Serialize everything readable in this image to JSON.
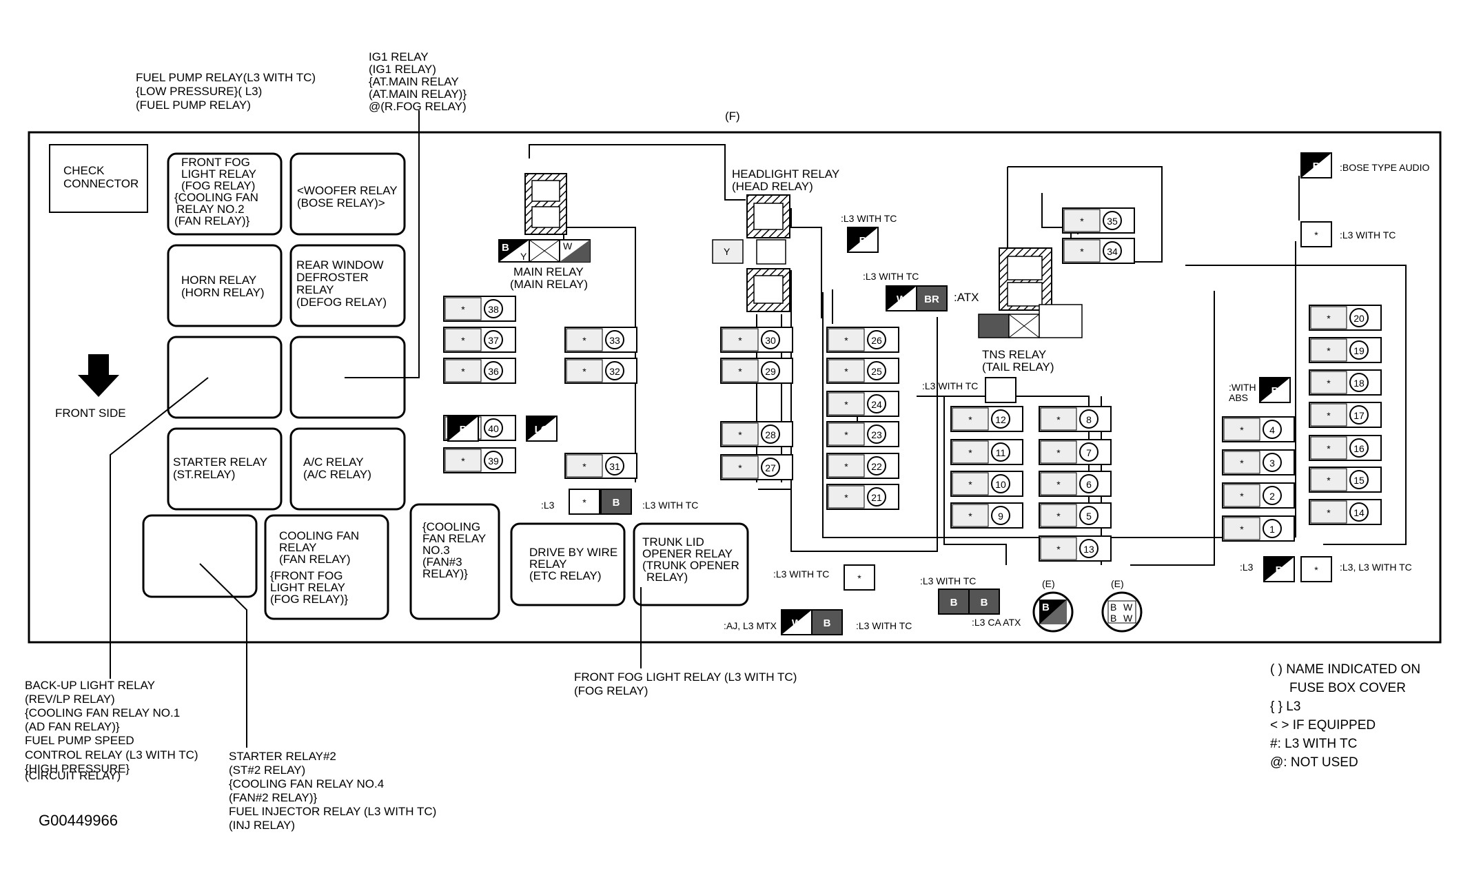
{
  "diagram": {
    "top_center_label": "(F)",
    "front_side_label": "FRONT SIDE",
    "image_id": "G00449966",
    "callouts": {
      "fuel_pump_relay": [
        "FUEL PUMP RELAY(L3 WITH TC)",
        "{LOW PRESSURE}( L3)",
        "(FUEL PUMP RELAY)"
      ],
      "ig1_relay": [
        "IG1 RELAY",
        "(IG1 RELAY)",
        "{AT.MAIN RELAY",
        "(AT.MAIN RELAY)}",
        "@(R.FOG RELAY)"
      ],
      "backup_light_relay": [
        "BACK-UP LIGHT RELAY",
        "(REV/LP RELAY)",
        "{COOLING FAN RELAY NO.1",
        "(AD FAN RELAY)}",
        "FUEL PUMP SPEED",
        "CONTROL RELAY (L3 WITH TC)",
        "{HIGH PRESSURE}",
        "(CIRCUIT RELAY)"
      ],
      "starter_relay_2": [
        "STARTER RELAY#2",
        "(ST#2 RELAY)",
        "{COOLING FAN RELAY NO.4",
        "(FAN#2 RELAY)}",
        "FUEL INJECTOR RELAY (L3 WITH TC)",
        "(INJ RELAY)"
      ],
      "front_fog_light_relay_l3tc": [
        "FRONT FOG LIGHT RELAY (L3 WITH TC)",
        "(FOG RELAY)"
      ]
    },
    "relays": {
      "check_connector": [
        "CHECK",
        "CONNECTOR"
      ],
      "front_fog": [
        "FRONT FOG",
        "LIGHT RELAY",
        "(FOG RELAY)",
        "{COOLING FAN",
        "RELAY NO.2",
        "(FAN RELAY)}"
      ],
      "woofer": [
        "<WOOFER RELAY",
        "(BOSE RELAY)>"
      ],
      "horn": [
        "HORN RELAY",
        "(HORN RELAY)"
      ],
      "rear_defroster": [
        "REAR WINDOW",
        "DEFROSTER",
        "RELAY",
        "(DEFOG RELAY)"
      ],
      "starter": [
        "STARTER RELAY",
        "(ST.RELAY)"
      ],
      "ac": [
        "A/C RELAY",
        "(A/C RELAY)"
      ],
      "cooling_fan": [
        "COOLING FAN",
        "RELAY",
        "(FAN RELAY)",
        "{FRONT FOG",
        "LIGHT RELAY",
        "(FOG RELAY)}"
      ],
      "cooling_fan_3": [
        "{COOLING",
        "FAN RELAY",
        "NO.3",
        "(FAN#3",
        "RELAY)}"
      ],
      "drive_by_wire": [
        "DRIVE BY WIRE",
        "RELAY",
        "(ETC RELAY)"
      ],
      "trunk_lid": [
        "TRUNK LID",
        "OPENER RELAY",
        "(TRUNK OPENER",
        "RELAY)"
      ],
      "main": [
        "MAIN RELAY",
        "(MAIN RELAY)"
      ],
      "headlight": [
        "HEADLIGHT RELAY",
        "(HEAD RELAY)"
      ],
      "tns": [
        "TNS RELAY",
        "(TAIL RELAY)"
      ]
    },
    "small_labels": {
      "l3_with_tc": ":L3 WITH TC",
      "atx": ":ATX",
      "l3": ":L3",
      "aj_l3_mtx": ":AJ, L3 MTX",
      "l3_ca_atx": ":L3 CA ATX",
      "bose_type_audio": ":BOSE TYPE AUDIO",
      "with_abs": [
        ":WITH",
        "ABS"
      ],
      "l3_l3_with_tc": ":L3, L3 WITH TC",
      "e": "(E)"
    },
    "fuse_numbers": [
      "1",
      "2",
      "3",
      "4",
      "5",
      "6",
      "7",
      "8",
      "9",
      "10",
      "11",
      "12",
      "13",
      "14",
      "15",
      "16",
      "17",
      "18",
      "19",
      "20",
      "21",
      "22",
      "23",
      "24",
      "25",
      "26",
      "27",
      "28",
      "29",
      "30",
      "31",
      "32",
      "33",
      "34",
      "35",
      "36",
      "37",
      "38",
      "39",
      "40"
    ],
    "wire_codes": {
      "b": "B",
      "w": "W",
      "y": "Y",
      "lg": "LG",
      "br": "BR",
      "star": "*"
    }
  },
  "legend": [
    "( ) NAME INDICATED ON",
    "FUSE BOX COVER",
    "{ } L3",
    "< > IF EQUIPPED",
    "#: L3 WITH TC",
    "@: NOT USED"
  ]
}
